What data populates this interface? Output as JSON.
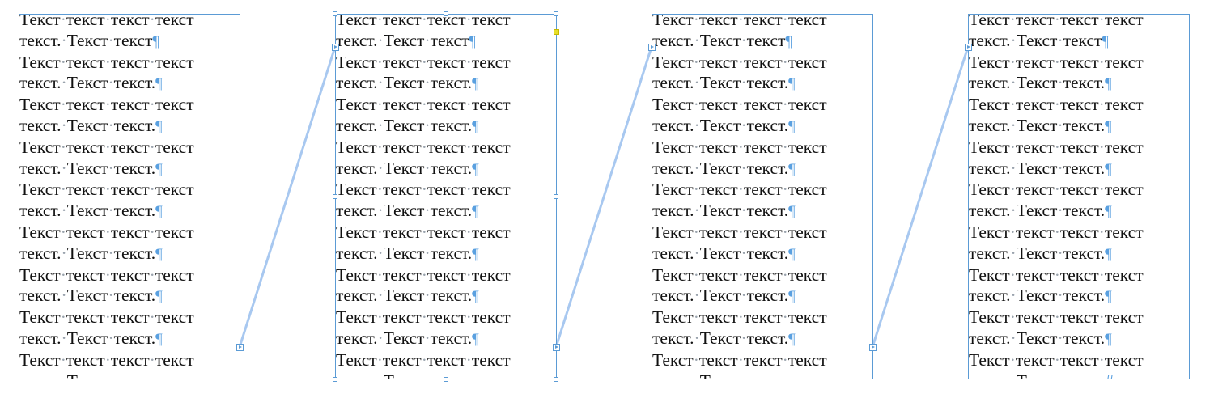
{
  "frames": [
    {
      "lines": [
        "Текст текст текст текст",
        "текст. Текст текст¶",
        "Текст текст текст текст",
        "текст. Текст текст.¶",
        "Текст текст текст текст",
        "текст. Текст текст.¶",
        "Текст текст текст текст",
        "текст. Текст текст.¶",
        "Текст текст текст текст",
        "текст. Текст текст.¶",
        "Текст текст текст текст",
        "текст. Текст текст.¶",
        "Текст текст текст текст",
        "текст. Текст текст.¶",
        "Текст текст текст текст",
        "текст. Текст текст.¶",
        "Текст текст текст текст",
        "текст. Текст текст."
      ]
    },
    {
      "lines": [
        "Текст текст текст текст",
        "текст. Текст текст¶",
        "Текст текст текст текст",
        "текст. Текст текст.¶",
        "Текст текст текст текст",
        "текст. Текст текст.¶",
        "Текст текст текст текст",
        "текст. Текст текст.¶",
        "Текст текст текст текст",
        "текст. Текст текст.¶",
        "Текст текст текст текст",
        "текст. Текст текст.¶",
        "Текст текст текст текст",
        "текст. Текст текст.¶",
        "Текст текст текст текст",
        "текст. Текст текст.¶",
        "Текст текст текст текст",
        "текст. Текст текст."
      ]
    },
    {
      "lines": [
        "Текст текст текст текст",
        "текст. Текст текст¶",
        "Текст текст текст текст",
        "текст. Текст текст.¶",
        "Текст текст текст текст",
        "текст. Текст текст.¶",
        "Текст текст текст текст",
        "текст. Текст текст.¶",
        "Текст текст текст текст",
        "текст. Текст текст.¶",
        "Текст текст текст текст",
        "текст. Текст текст.¶",
        "Текст текст текст текст",
        "текст. Текст текст.¶",
        "Текст текст текст текст",
        "текст. Текст текст.¶",
        "Текст текст текст текст",
        "текст. Текст текст."
      ]
    },
    {
      "lines": [
        "Текст текст текст текст",
        "текст. Текст текст¶",
        "Текст текст текст текст",
        "текст. Текст текст.¶",
        "Текст текст текст текст",
        "текст. Текст текст.¶",
        "Текст текст текст текст",
        "текст. Текст текст.¶",
        "Текст текст текст текст",
        "текст. Текст текст.¶",
        "Текст текст текст текст",
        "текст. Текст текст.¶",
        "Текст текст текст текст",
        "текст. Текст текст.¶",
        "Текст текст текст текст",
        "текст. Текст текст.¶",
        "Текст текст текст текст",
        "текст. Текст текст.#"
      ]
    }
  ],
  "colors": {
    "frame_border": "#5b9bd5",
    "thread_line": "#a8c8f0",
    "hidden_chars": "#5aa0e0",
    "overset_marker": "#e6df2b"
  }
}
